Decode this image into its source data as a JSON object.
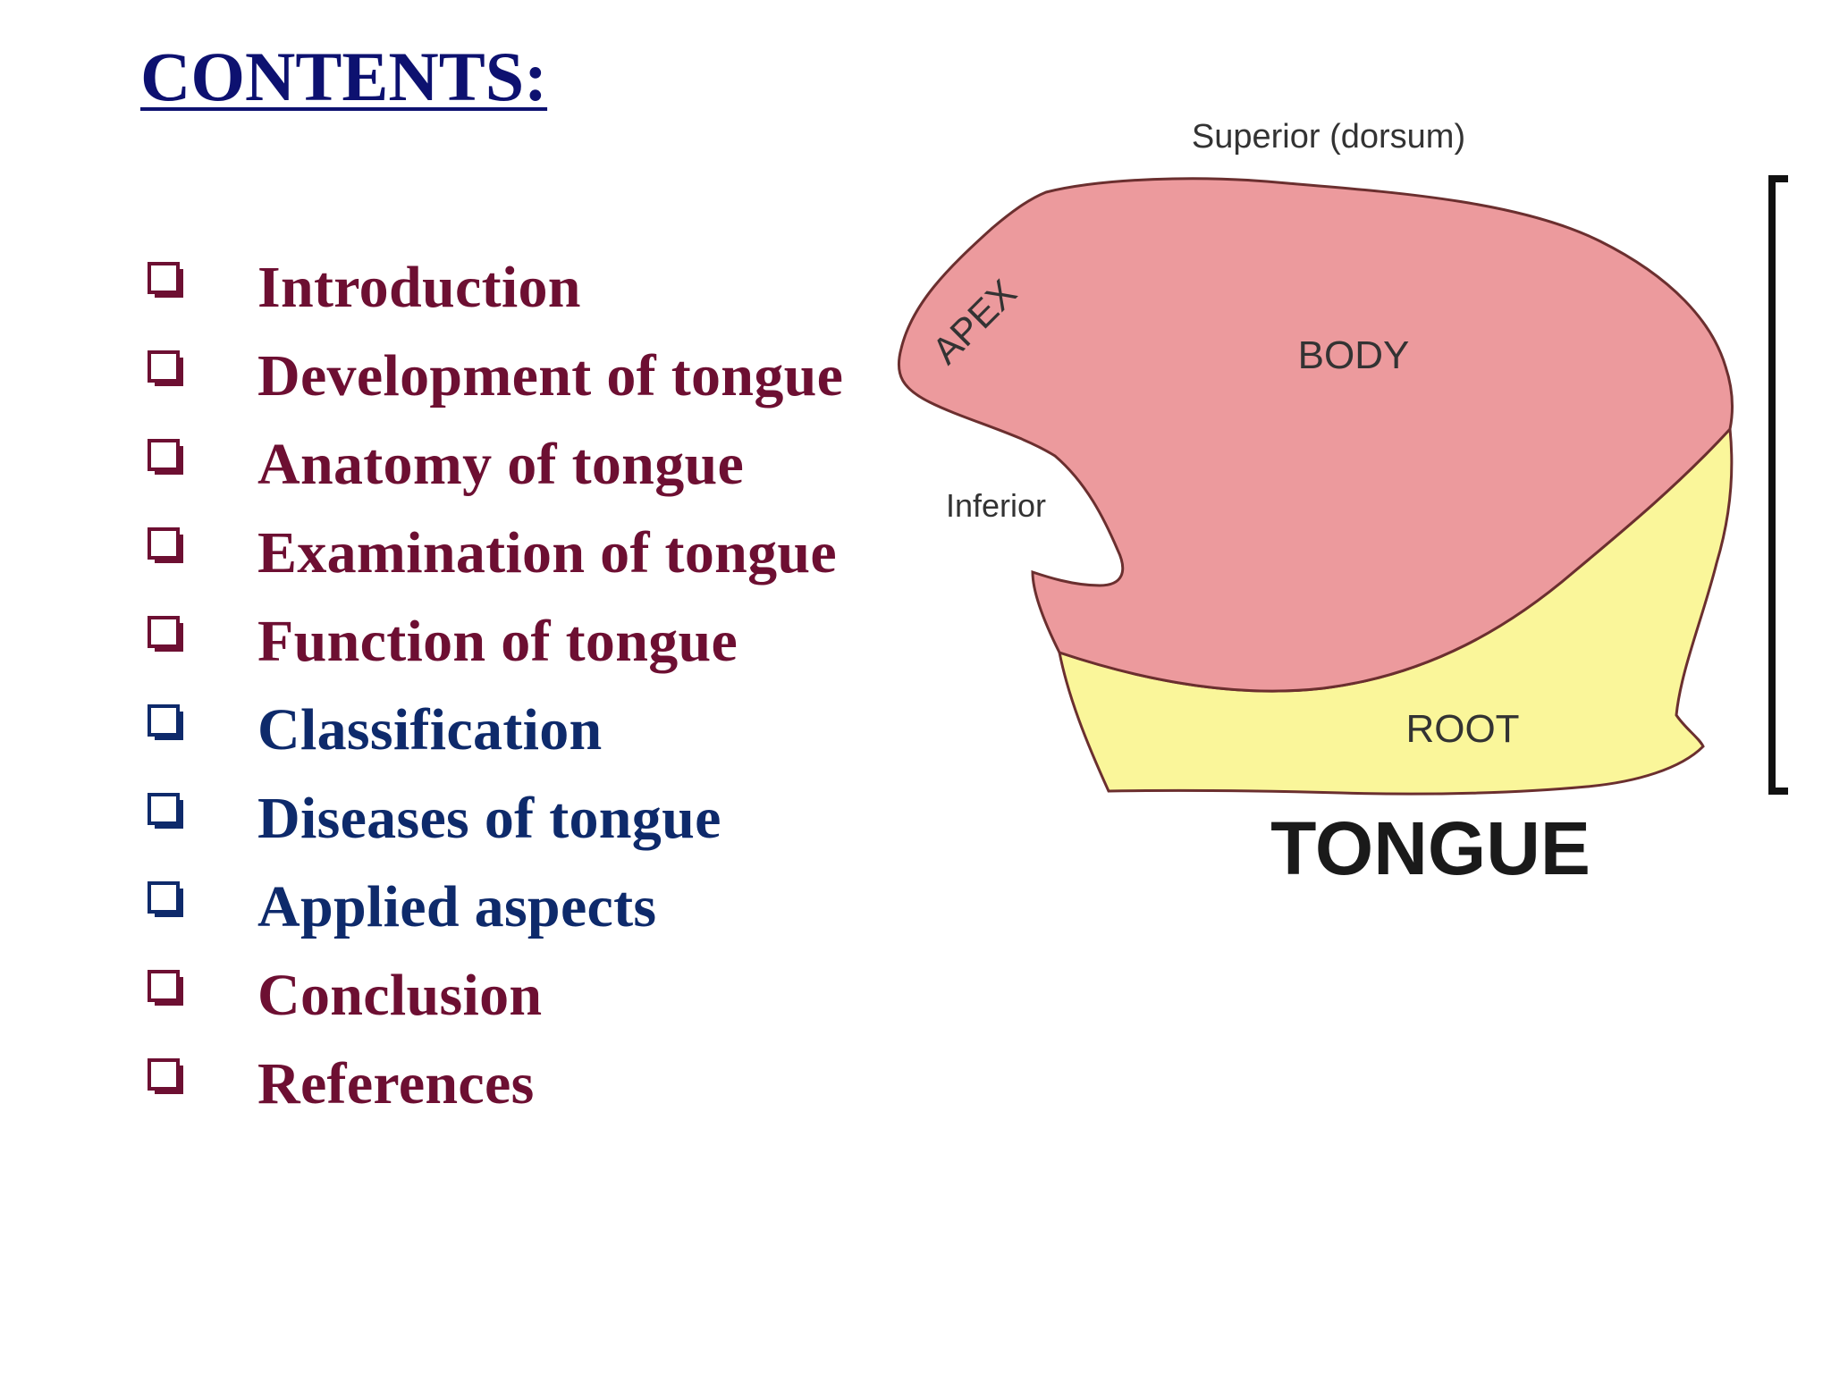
{
  "slide": {
    "title": "CONTENTS:",
    "items": [
      {
        "label": "Introduction",
        "color": "#6d0f32"
      },
      {
        "label": "Development of tongue",
        "color": "#6d0f32"
      },
      {
        "label": "Anatomy of tongue",
        "color": "#6d0f32"
      },
      {
        "label": "Examination of tongue",
        "color": "#6d0f32"
      },
      {
        "label": "Function of tongue",
        "color": "#6d0f32"
      },
      {
        "label": "Classification",
        "color": "#0e2a6b"
      },
      {
        "label": "Diseases of tongue",
        "color": "#0e2a6b"
      },
      {
        "label": "Applied aspects",
        "color": "#0e2a6b"
      },
      {
        "label": "Conclusion",
        "color": "#6d0f32"
      },
      {
        "label": "References",
        "color": "#6d0f32"
      }
    ],
    "bullet_icon": "hollow-square-bullet-icon"
  },
  "diagram": {
    "superior_label": "Superior (dorsum)",
    "apex_label": "APEX",
    "body_label": "BODY",
    "inferior_label": "Inferior",
    "root_label": "ROOT",
    "caption": "TONGUE",
    "colors": {
      "body": "#ec9a9d",
      "root": "#faf69a",
      "outline": "#6b2f2f",
      "label": "#333333"
    }
  }
}
